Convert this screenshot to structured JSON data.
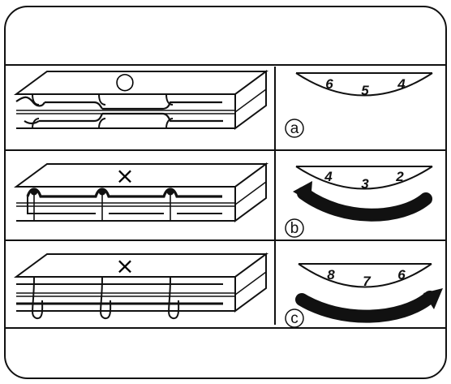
{
  "rows": [
    {
      "mark": "○",
      "status": "correct",
      "dial": [
        "6",
        "5",
        "4"
      ],
      "label": "a",
      "arrow": "none"
    },
    {
      "mark": "×",
      "status": "incorrect",
      "dial": [
        "4",
        "3",
        "2"
      ],
      "label": "b",
      "arrow": "left"
    },
    {
      "mark": "×",
      "status": "incorrect",
      "dial": [
        "8",
        "7",
        "6"
      ],
      "label": "c",
      "arrow": "right"
    }
  ],
  "colors": {
    "ink": "#111111",
    "paper": "#ffffff"
  }
}
